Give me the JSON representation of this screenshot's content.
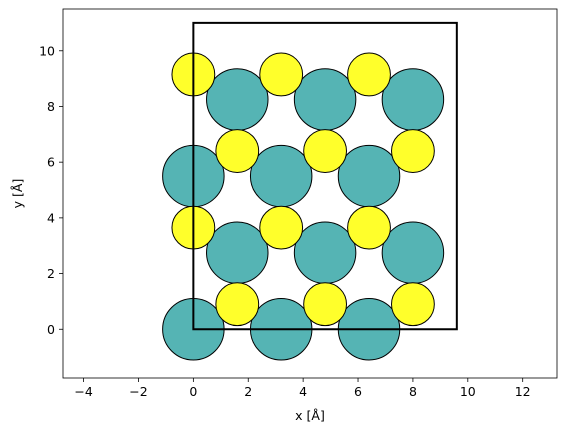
{
  "chart_data": {
    "type": "scatter",
    "title": "",
    "xlabel": "x [Å]",
    "ylabel": "y [Å]",
    "xlim": [
      -4.75,
      13.25
    ],
    "ylim": [
      -1.75,
      11.5
    ],
    "xticks": [
      -4,
      -2,
      0,
      2,
      4,
      6,
      8,
      10,
      12
    ],
    "yticks": [
      0,
      2,
      4,
      6,
      8,
      10
    ],
    "grid": false,
    "legend": "none",
    "cell": {
      "corners": [
        [
          0,
          0
        ],
        [
          9.6,
          0
        ],
        [
          9.6,
          11.0
        ],
        [
          0,
          11.0
        ]
      ],
      "color": "#000000"
    },
    "atoms": {
      "large": {
        "color": "#55b4b4",
        "radius": 1.12,
        "positions": [
          [
            0,
            0
          ],
          [
            3.2,
            0
          ],
          [
            6.4,
            0
          ],
          [
            1.6,
            2.75
          ],
          [
            4.8,
            2.75
          ],
          [
            8.0,
            2.75
          ],
          [
            0,
            5.5
          ],
          [
            3.2,
            5.5
          ],
          [
            6.4,
            5.5
          ],
          [
            1.6,
            8.25
          ],
          [
            4.8,
            8.25
          ],
          [
            8.0,
            8.25
          ]
        ]
      },
      "small": {
        "color": "#ffff2b",
        "radius": 0.78,
        "positions": [
          [
            1.6,
            0.9
          ],
          [
            4.8,
            0.9
          ],
          [
            8.0,
            0.9
          ],
          [
            0,
            3.65
          ],
          [
            3.2,
            3.65
          ],
          [
            6.4,
            3.65
          ],
          [
            1.6,
            6.4
          ],
          [
            4.8,
            6.4
          ],
          [
            8.0,
            6.4
          ],
          [
            0,
            9.15
          ],
          [
            3.2,
            9.15
          ],
          [
            6.4,
            9.15
          ]
        ]
      }
    }
  }
}
